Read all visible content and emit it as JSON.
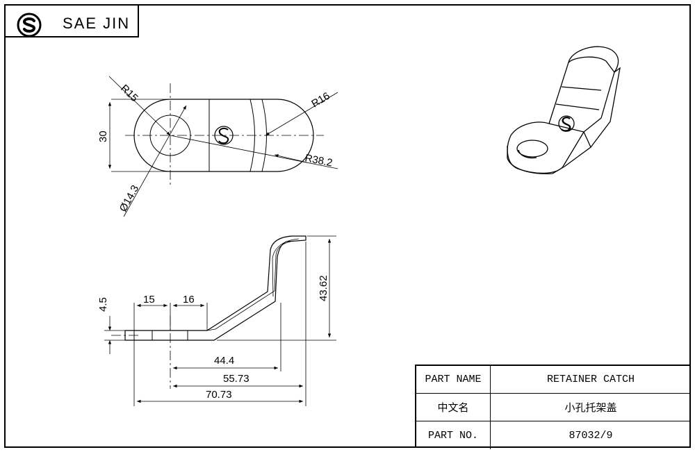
{
  "brand": {
    "name": "SAE JIN",
    "logo_icon": "sae-jin-logo-icon"
  },
  "top_view": {
    "dimensions": {
      "r15": "R15",
      "r16": "R16",
      "r38_2": "R38.2",
      "height_30": "30",
      "hole_dia": "Ø14.3"
    }
  },
  "side_view": {
    "dimensions": {
      "thickness": "4.5",
      "seg_15": "15",
      "seg_16": "16",
      "height": "43.62",
      "len_44_4": "44.4",
      "len_55_73": "55.73",
      "len_70_73": "70.73"
    }
  },
  "title_block": {
    "rows": [
      {
        "label": "PART NAME",
        "value": "RETAINER CATCH"
      },
      {
        "label": "中文名",
        "value": "小孔托架盖"
      },
      {
        "label": "PART NO.",
        "value": "87032/9"
      }
    ]
  }
}
